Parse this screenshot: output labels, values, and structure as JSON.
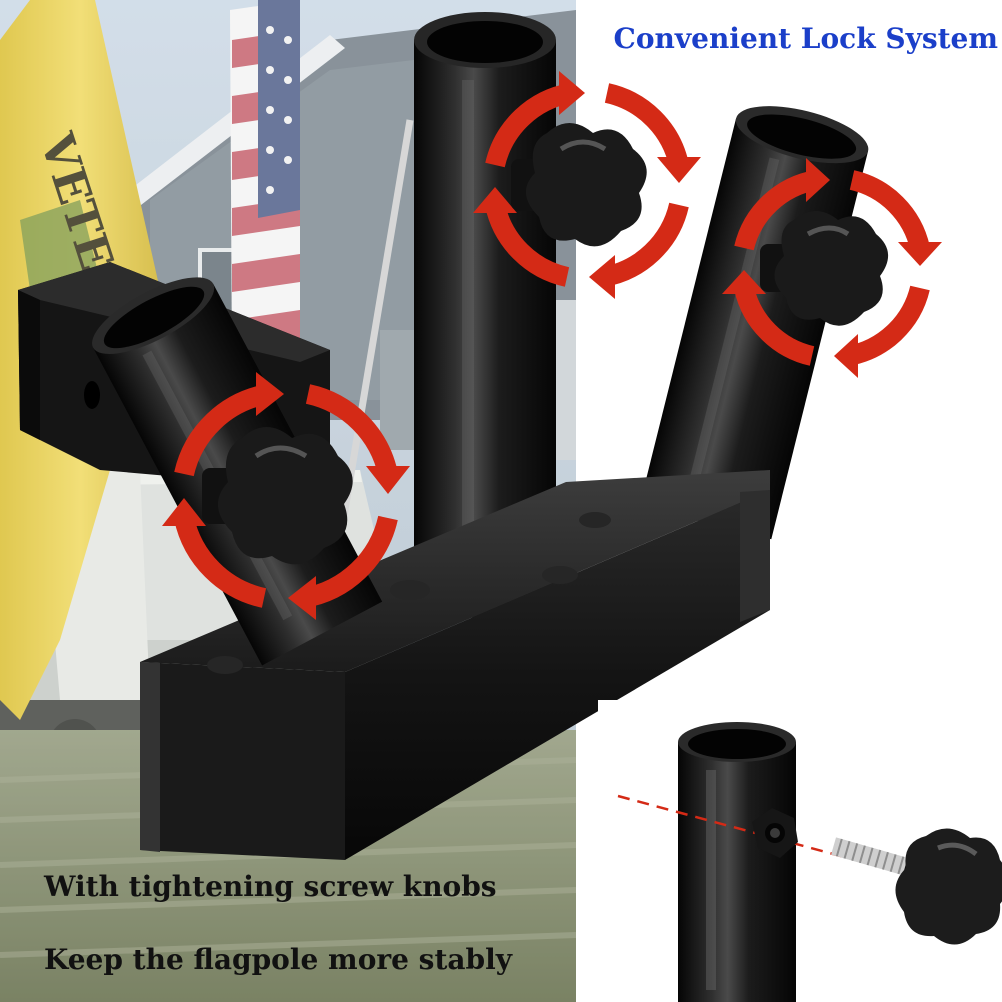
{
  "headline": "Convenient Lock System",
  "captions": [
    "With tightening screw knobs",
    "Keep the flagpole more stably"
  ],
  "flag": {
    "letters": "VETERAN"
  },
  "colors": {
    "headline": "#1b3fc9",
    "caption": "#111111",
    "arrow_red": "#d42a16",
    "metal_black": "#121212",
    "sky": "#b9cad8",
    "grass": "#6e7a4c",
    "house": "#6c7880",
    "flag_yellow": "#e8cd3e"
  },
  "icons": {
    "rotate_arrows": "rotate-arrows-icon",
    "knob": "star-knob-icon"
  }
}
